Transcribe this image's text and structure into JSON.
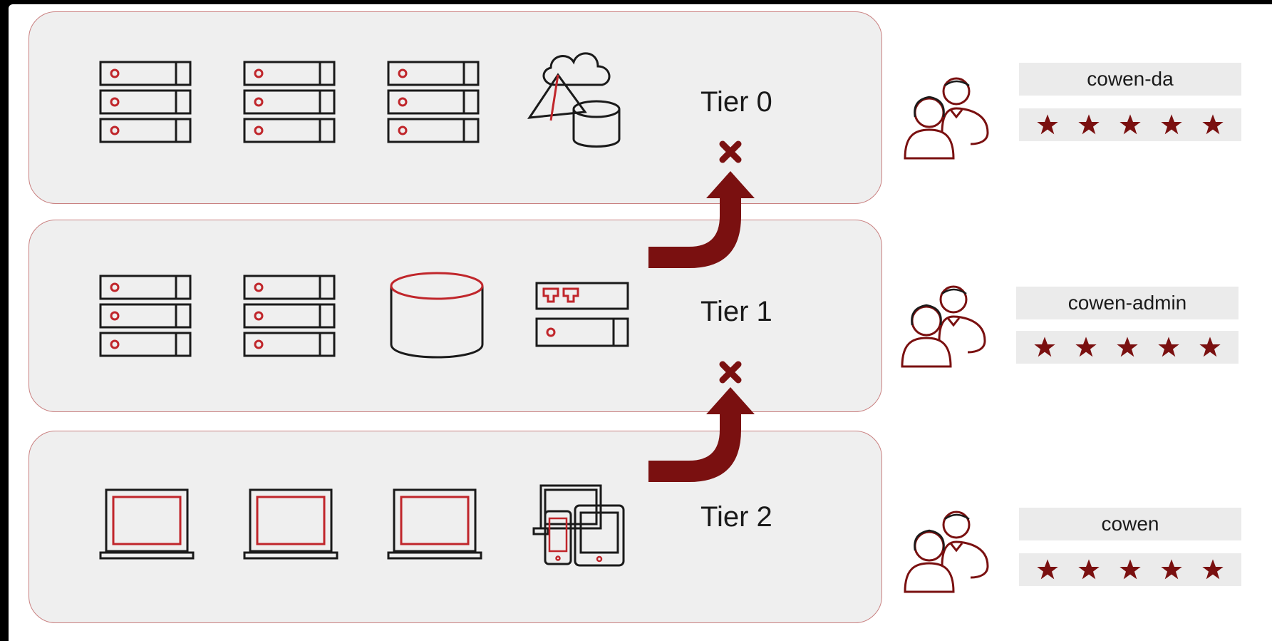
{
  "tiers": [
    {
      "label": "Tier 0",
      "account": "cowen-da",
      "rating": 5
    },
    {
      "label": "Tier 1",
      "account": "cowen-admin",
      "rating": 5
    },
    {
      "label": "Tier 2",
      "account": "cowen",
      "rating": 5
    }
  ],
  "tier0_icons": [
    "server-rack-icon",
    "server-rack-icon",
    "server-rack-icon",
    "cloud-data-icon"
  ],
  "tier1_icons": [
    "server-rack-icon",
    "server-rack-icon",
    "database-icon",
    "network-appliance-icon"
  ],
  "tier2_icons": [
    "laptop-icon",
    "laptop-icon",
    "laptop-icon",
    "multi-device-icon"
  ],
  "connections": [
    {
      "from": "Tier 1",
      "to": "Tier 0",
      "status": "blocked"
    },
    {
      "from": "Tier 2",
      "to": "Tier 1",
      "status": "blocked"
    }
  ],
  "colors": {
    "accent": "#7a1010",
    "panel_fill": "#efefef",
    "panel_border": "#c98080",
    "icon_stroke": "#1a1a1a",
    "icon_accent": "#c0262b",
    "label_box": "#ebebeb"
  }
}
